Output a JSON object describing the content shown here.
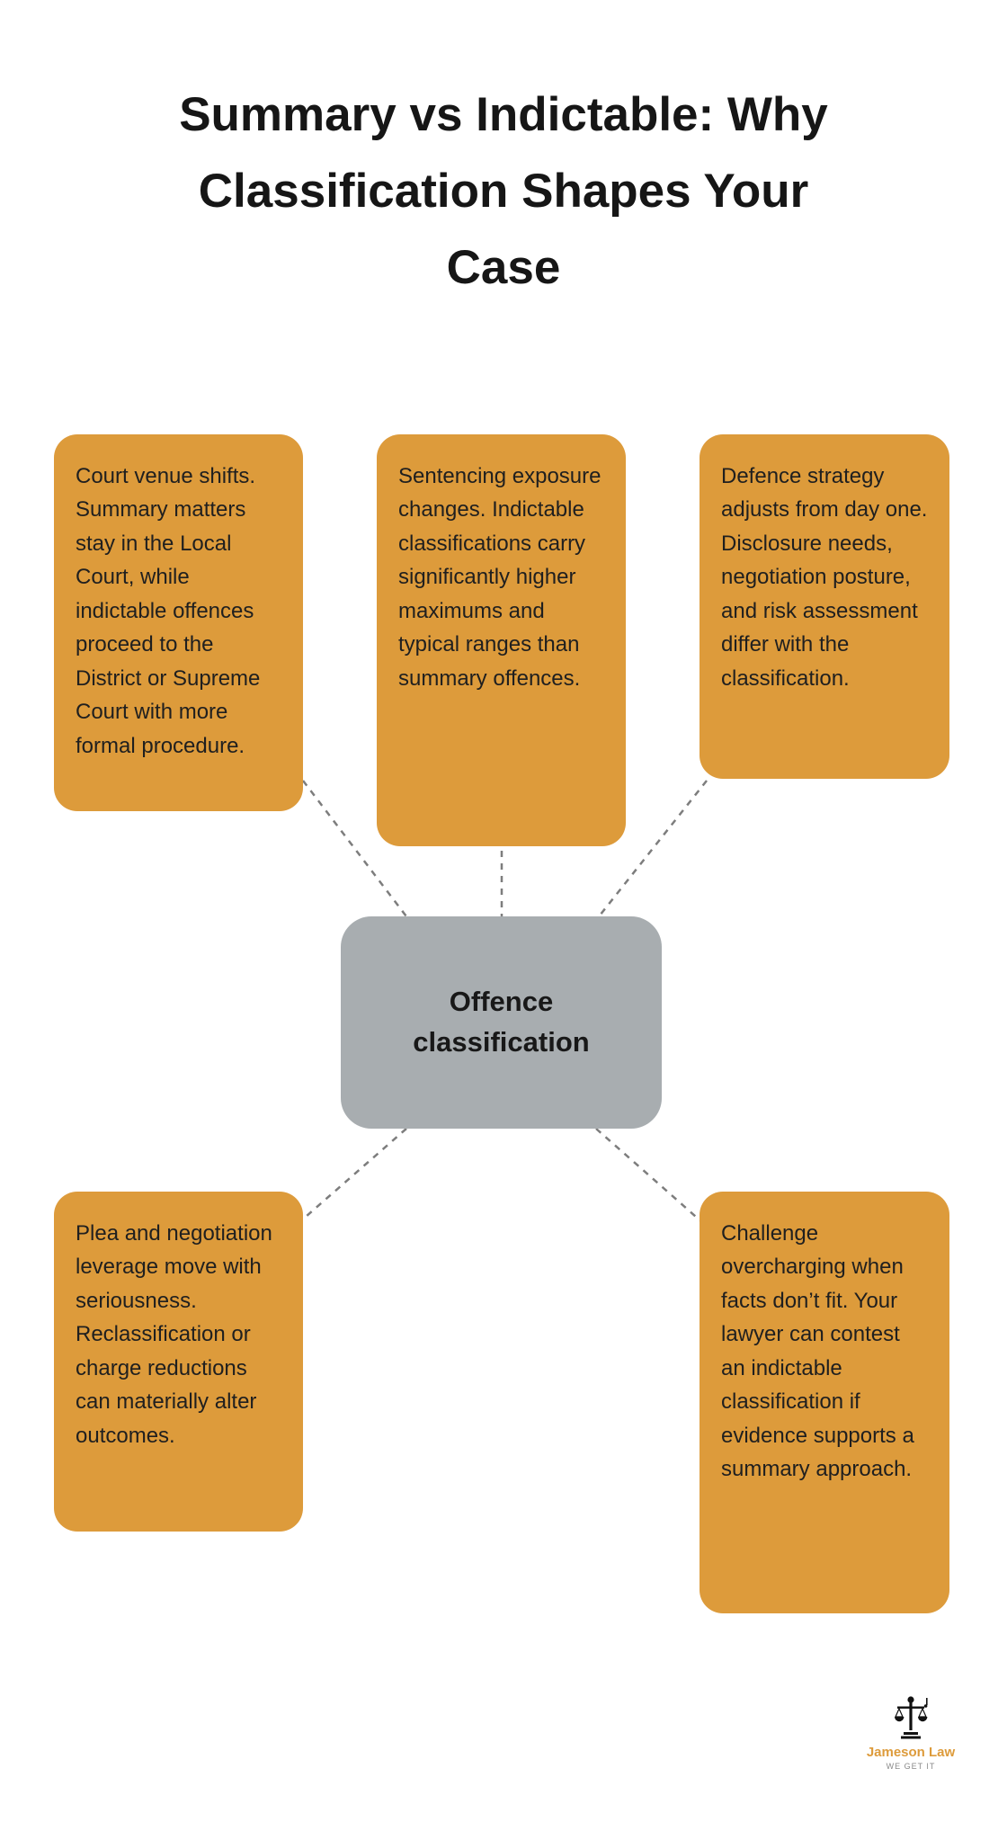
{
  "title": "Summary vs Indictable: Why Classification Shapes Your Case",
  "center": {
    "label": "Offence classification"
  },
  "boxes": [
    {
      "id": "court-venue",
      "text": "Court venue shifts. Summary matters stay in the Local Court, while indictable offences proceed to the District or Supreme Court with more formal procedure."
    },
    {
      "id": "sentencing-exposure",
      "text": "Sentencing exposure changes. Indictable classifications carry significantly higher maximums and typical ranges than summary offences."
    },
    {
      "id": "defence-strategy",
      "text": "Defence strategy adjusts from day one. Disclosure needs, negotiation posture, and risk assessment differ with the classification."
    },
    {
      "id": "plea-negotiation",
      "text": "Plea and negotiation leverage move with seriousness. Reclassification or charge reductions can materially alter outcomes."
    },
    {
      "id": "challenge-overcharging",
      "text": "Challenge overcharging when facts don’t fit. Your lawyer can contest an indictable classification if evidence supports a summary approach."
    }
  ],
  "logo": {
    "name": "Jameson Law",
    "tagline": "WE GET IT"
  },
  "colors": {
    "box": "#DD9B3B",
    "center": "#A8ADB0",
    "line": "#7d7d7d",
    "logo": "#DD9B3B"
  }
}
